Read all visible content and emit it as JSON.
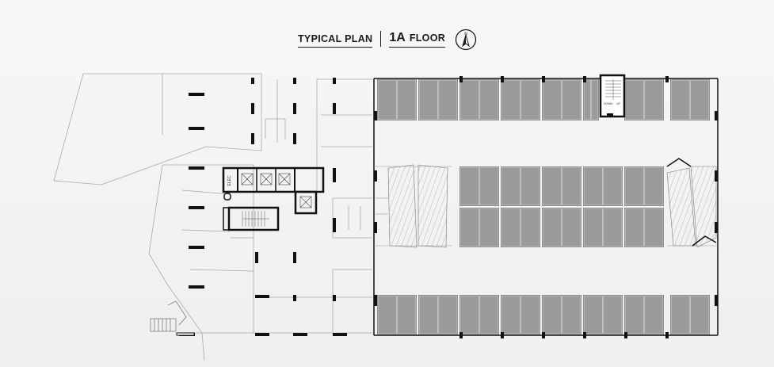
{
  "header": {
    "plan_label": "TYPICAL PLAN",
    "floor_number": "1A",
    "floor_word": "FLOOR",
    "north_letter": "N"
  },
  "labels": {
    "elevator": "ELEC",
    "stair_down": "DOWN",
    "stair_up": "UP"
  },
  "colors": {
    "parking_fill": "#9a9a9a",
    "parking_dark": "#6e6e6e",
    "wall": "#111111",
    "thin_line": "#9a9a9a"
  },
  "parking": {
    "top_row_bays": 8,
    "middle_upper_bays": 5,
    "middle_lower_bays": 5,
    "bottom_row_bays": 8
  }
}
